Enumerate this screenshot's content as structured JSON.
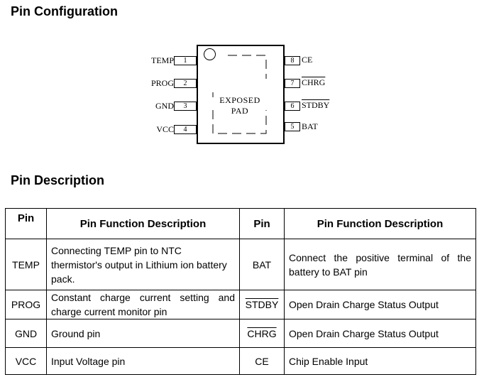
{
  "headings": {
    "config": "Pin Configuration",
    "description": "Pin Description"
  },
  "diagram": {
    "exposed_pad": "EXPOSED PAD",
    "left_pins": [
      {
        "num": "1",
        "name": "TEMP"
      },
      {
        "num": "2",
        "name": "PROG"
      },
      {
        "num": "3",
        "name": "GND"
      },
      {
        "num": "4",
        "name": "VCC"
      }
    ],
    "right_pins": [
      {
        "num": "8",
        "name": "CE"
      },
      {
        "num": "7",
        "name": "CHRG"
      },
      {
        "num": "6",
        "name": "STDBY"
      },
      {
        "num": "5",
        "name": "BAT"
      }
    ]
  },
  "table": {
    "headers": [
      "Pin",
      "Pin Function Description",
      "Pin",
      "Pin Function Description"
    ],
    "rows": [
      {
        "pin1": "TEMP",
        "desc1": "Connecting TEMP pin to NTC thermistor's output in Lithium ion battery pack.",
        "pin2": "BAT",
        "desc2": "Connect the positive terminal of the battery to BAT pin"
      },
      {
        "pin1": "PROG",
        "desc1": "Constant charge current setting and charge current monitor pin",
        "pin2": "STDBY",
        "desc2": "Open Drain Charge Status Output"
      },
      {
        "pin1": "GND",
        "desc1": "Ground pin",
        "pin2": "CHRG",
        "desc2": "Open Drain Charge Status Output"
      },
      {
        "pin1": "VCC",
        "desc1": "Input Voltage pin",
        "pin2": "CE",
        "desc2": "Chip Enable Input"
      }
    ]
  }
}
